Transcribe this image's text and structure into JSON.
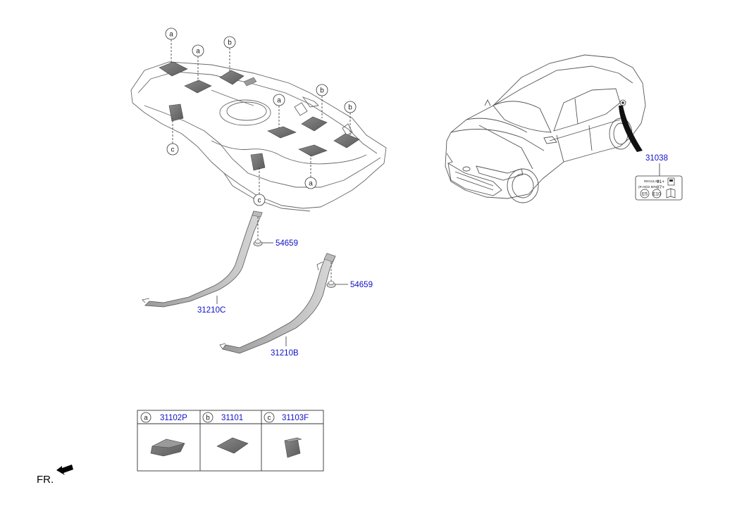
{
  "callouts": {
    "a": "a",
    "b": "b",
    "c": "c"
  },
  "parts": {
    "nut_1": "54659",
    "nut_2": "54659",
    "strap_front": "31210C",
    "strap_rear": "31210B",
    "fuel_label": "31038"
  },
  "fuel_label_sticker": {
    "row1_small": "REGULAR",
    "row1_value": "91+",
    "row2_small": "(R+M)/2 MIN",
    "row2_value": "87+",
    "badge_e5": "E5",
    "badge_e10": "E10"
  },
  "legend_table": {
    "rows": [
      {
        "key": "a",
        "part": "31102P"
      },
      {
        "key": "b",
        "part": "31101"
      },
      {
        "key": "c",
        "part": "31103F"
      }
    ]
  },
  "direction": {
    "text": "FR."
  },
  "colors": {
    "part_number": "#1010c8",
    "line": "#555555",
    "pad": "#6e6e6e"
  }
}
